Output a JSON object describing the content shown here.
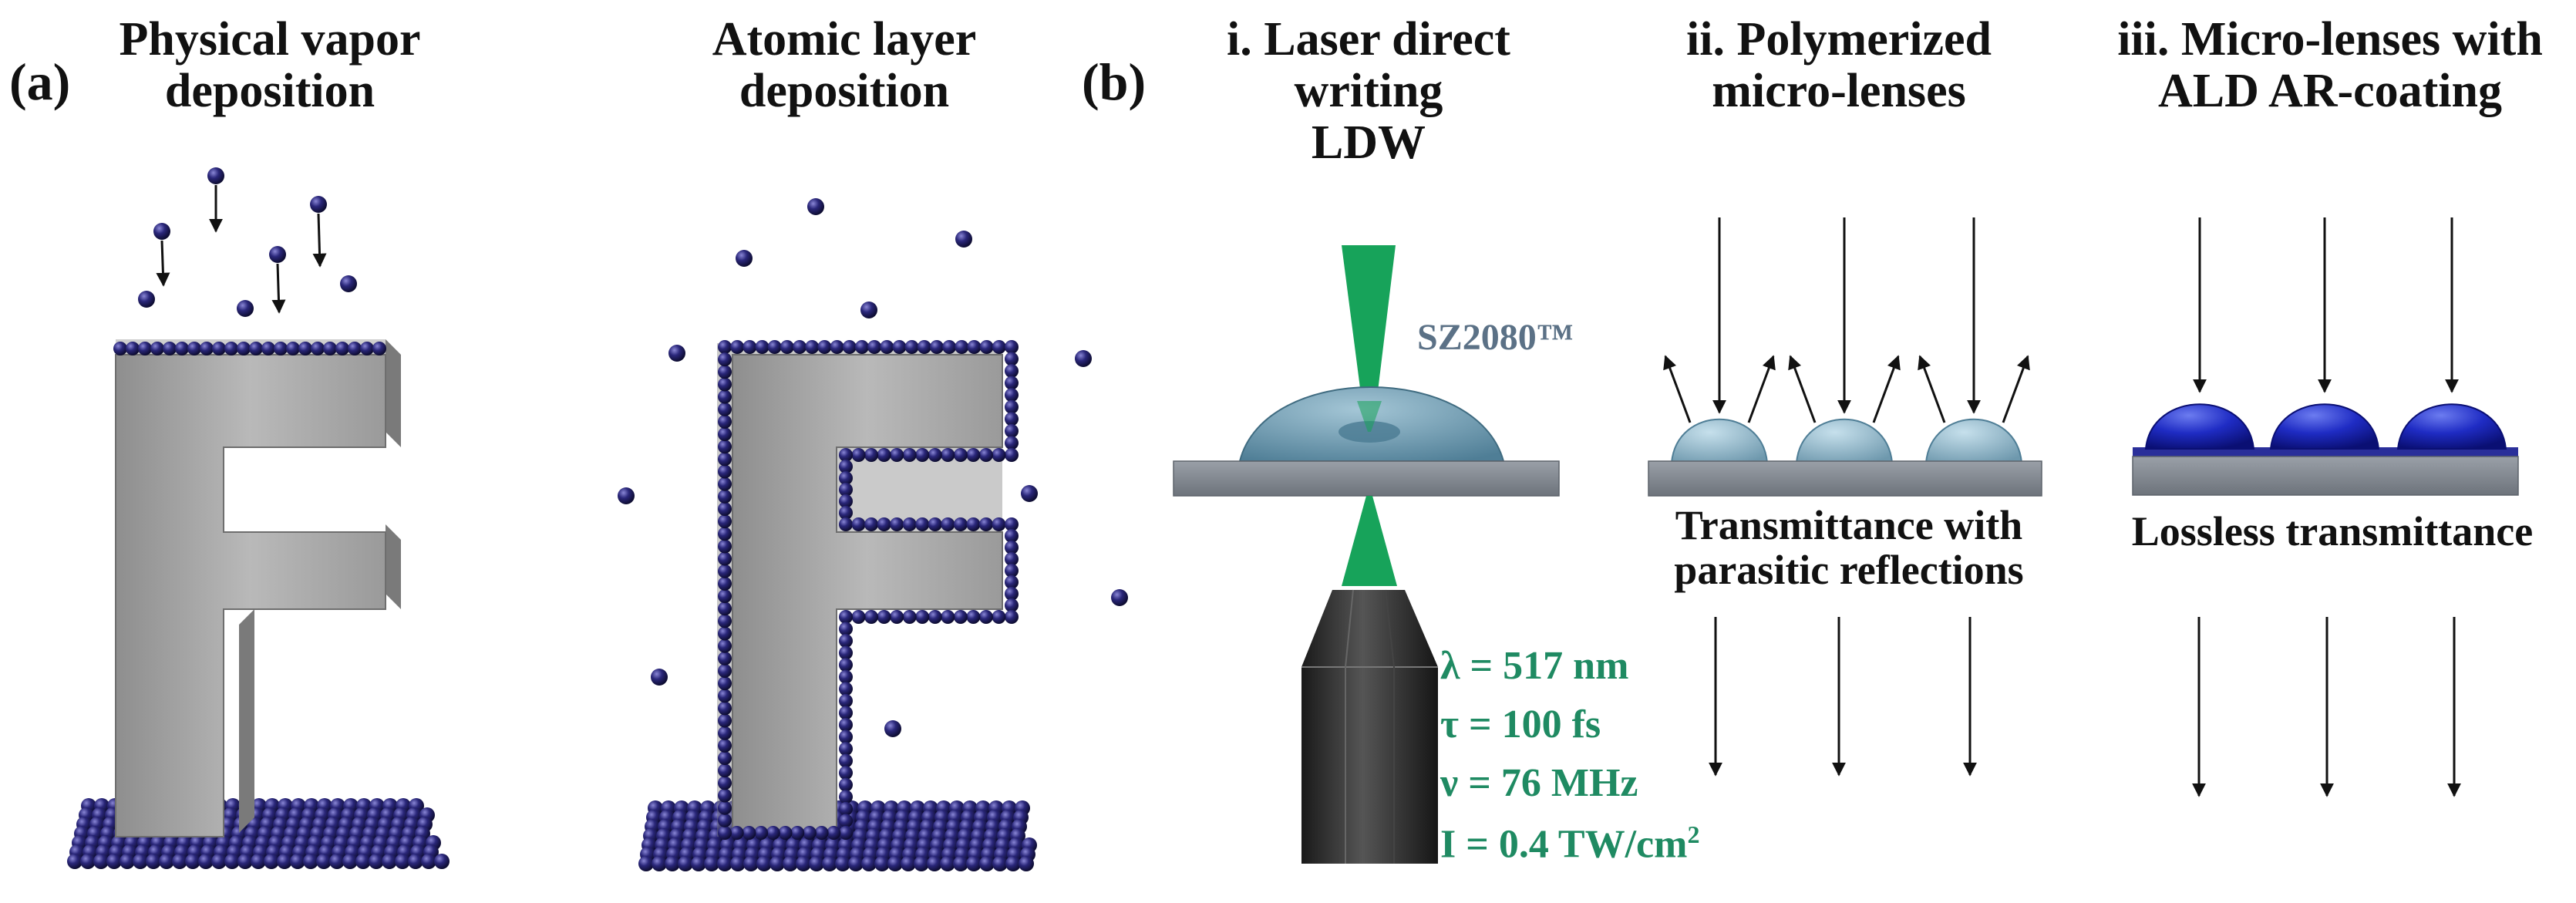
{
  "panel_a": {
    "label": "(a)",
    "pvd_title": [
      "Physical vapor",
      "deposition"
    ],
    "ald_title": [
      "Atomic layer",
      "deposition"
    ]
  },
  "panel_b": {
    "label": "(b)",
    "step1_title": [
      "i. Laser direct",
      "writing",
      "LDW"
    ],
    "step2_title": [
      "ii. Polymerized",
      "micro-lenses"
    ],
    "step3_title": [
      "iii. Micro-lenses with",
      "ALD AR-coating"
    ],
    "resin_label": "SZ2080™",
    "step2_caption": [
      "Transmittance with",
      "parasitic reflections"
    ],
    "step3_caption": "Lossless transmittance",
    "laser_params": {
      "wavelength": "λ = 517 nm",
      "pulse": "τ = 100 fs",
      "rate": "ν = 76 MHz",
      "intensity_prefix": "I = 0.4 TW/cm",
      "intensity_exp": "2"
    }
  },
  "colors": {
    "sphere": "#23206a",
    "letter_face": "#a9a9a9",
    "substrate": "#7f858d",
    "resin": "#6e98ad",
    "beam": "#17a35a",
    "coating": "#1c2bc4",
    "param_text": "#1f8a62"
  }
}
